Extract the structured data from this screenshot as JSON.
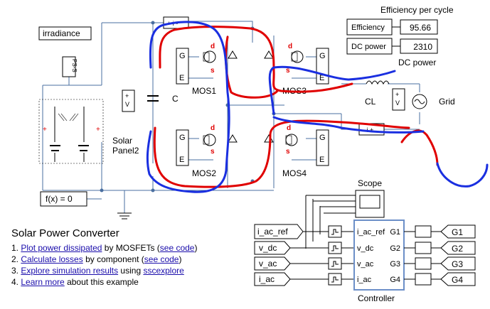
{
  "sources": {
    "irradiance": "irradiance",
    "ps_s": "PS-S",
    "fx": "f(x) = 0"
  },
  "capacitor": {
    "label": "C",
    "voltmeter": "V"
  },
  "panel": {
    "label_line1": "Solar",
    "label_line2": "Panel2"
  },
  "mosfets": [
    {
      "name": "MOS1",
      "g": "G",
      "e": "E",
      "d": "d",
      "s": "s"
    },
    {
      "name": "MOS2",
      "g": "G",
      "e": "E",
      "d": "d",
      "s": "s"
    },
    {
      "name": "MOS3",
      "g": "G",
      "e": "E",
      "d": "d",
      "s": "s"
    },
    {
      "name": "MOS4",
      "g": "G",
      "e": "E",
      "d": "d",
      "s": "s"
    }
  ],
  "grid_side": {
    "inductor": "CL",
    "voltmeter": "V",
    "grid": "Grid",
    "current_sensor": "- i +",
    "current_sensor_top": "+ i -"
  },
  "efficiency": {
    "heading": "Efficiency per cycle",
    "efficiency_label": "Efficiency",
    "efficiency_value": "95.66",
    "dc_power_label": "DC power",
    "dc_power_value": "2310",
    "dc_power_caption": "DC power"
  },
  "scope": {
    "label": "Scope"
  },
  "controller": {
    "label": "Controller",
    "inputs": [
      "i_ac_ref",
      "v_dc",
      "v_ac",
      "i_ac"
    ],
    "outputs": [
      "G1",
      "G2",
      "G3",
      "G4"
    ]
  },
  "gotos": [
    "G1",
    "G2",
    "G3",
    "G4"
  ],
  "froms": [
    "i_ac_ref",
    "v_dc",
    "v_ac",
    "i_ac"
  ],
  "description": {
    "title": "Solar Power Converter",
    "items": [
      {
        "num": "1.",
        "link1": "Plot power dissipated",
        "mid": " by MOSFETs (",
        "link2": "see code",
        "end": ")"
      },
      {
        "num": "2.",
        "link1": "Calculate losses",
        "mid": " by component (",
        "link2": "see code",
        "end": ")"
      },
      {
        "num": "3.",
        "link1": "Explore simulation results",
        "mid": " using ",
        "link2": "sscexplore",
        "end": ""
      },
      {
        "num": "4.",
        "link1": "Learn more",
        "mid": " about this example",
        "link2": "",
        "end": ""
      }
    ]
  },
  "colors": {
    "current_path_positive": "#e00000",
    "current_path_negative": "#1a2fe0",
    "wire": "#4a6fa0"
  }
}
